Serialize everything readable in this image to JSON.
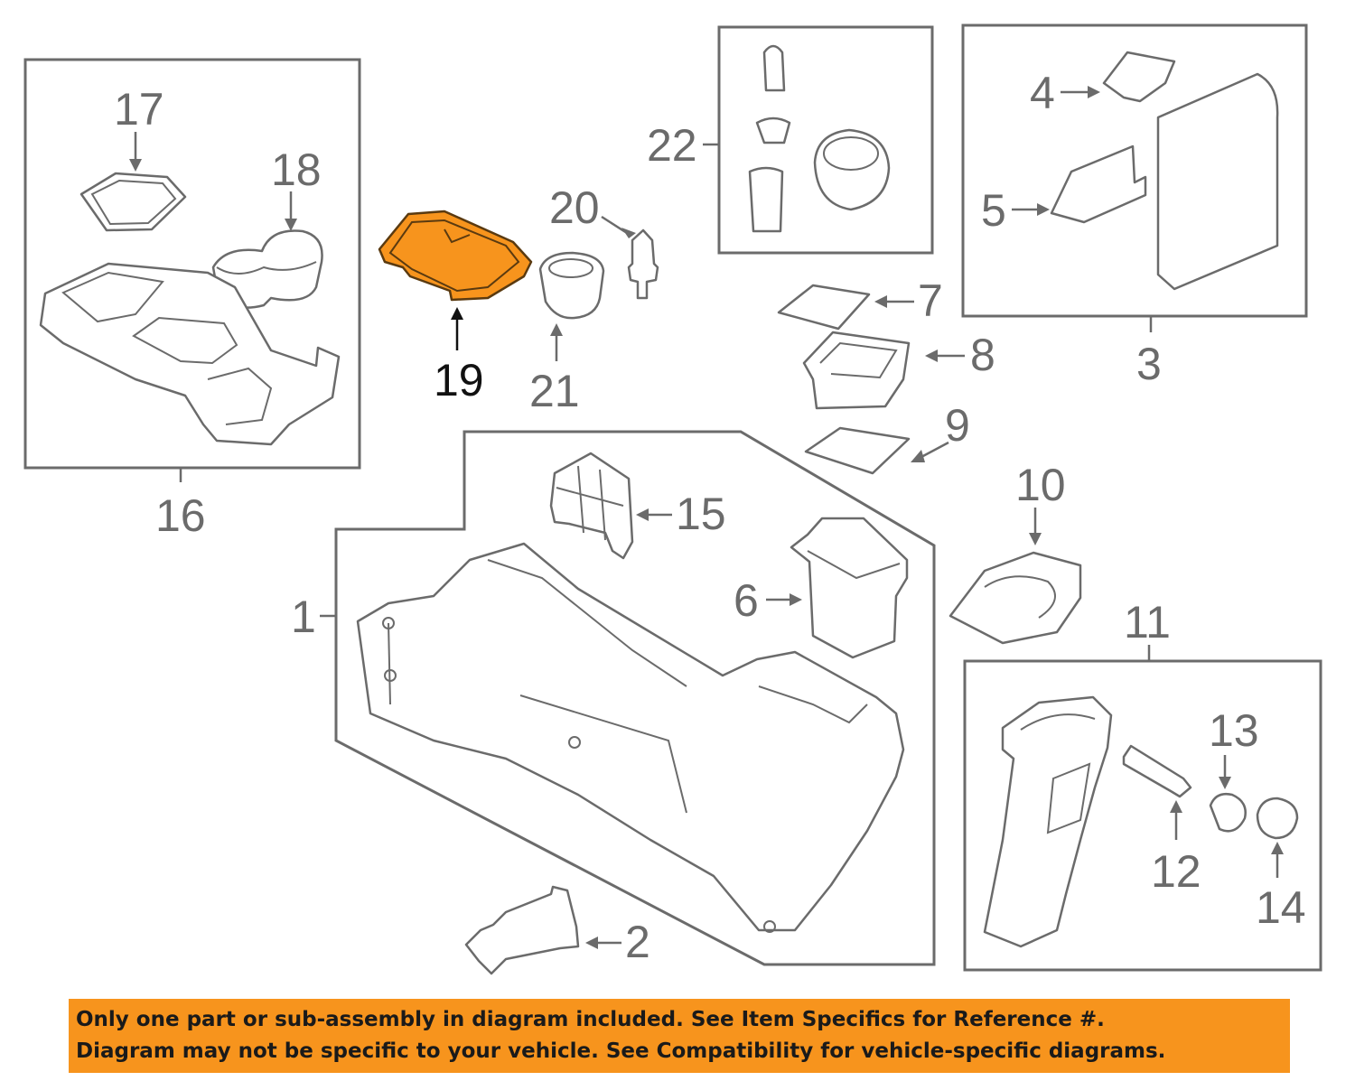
{
  "diagram": {
    "highlight_color": "#f7941d",
    "callouts": {
      "c1": "1",
      "c2": "2",
      "c3": "3",
      "c4": "4",
      "c5": "5",
      "c6": "6",
      "c7": "7",
      "c8": "8",
      "c9": "9",
      "c10": "10",
      "c11": "11",
      "c12": "12",
      "c13": "13",
      "c14": "14",
      "c15": "15",
      "c16": "16",
      "c17": "17",
      "c18": "18",
      "c19": "19",
      "c20": "20",
      "c21": "21",
      "c22": "22"
    },
    "highlighted_part": "19"
  },
  "disclaimer": {
    "line1": "Only one part or sub-assembly in diagram included. See Item Specifics for Reference #.",
    "line2": "Diagram may not be specific to your vehicle. See Compatibility for vehicle-specific diagrams."
  }
}
